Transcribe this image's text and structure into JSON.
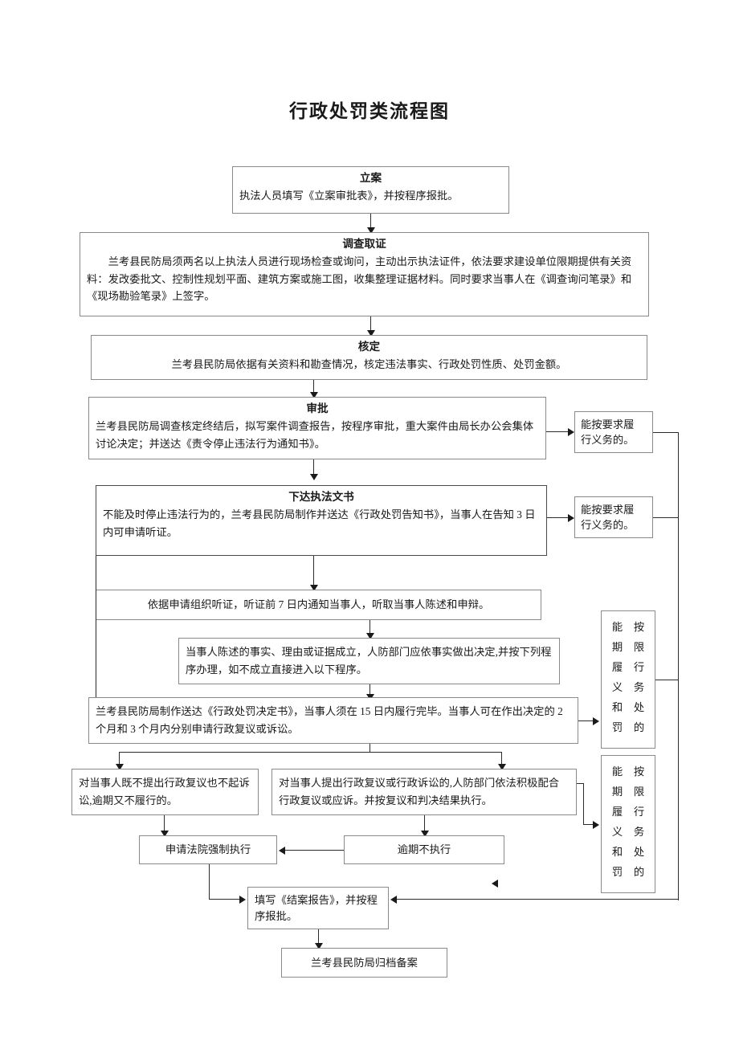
{
  "document": {
    "title": "行政处罚类流程图"
  },
  "nodes": {
    "filing": {
      "heading": "立案",
      "body": "执法人员填写《立案审批表》，并按程序报批。"
    },
    "investigation": {
      "heading": "调查取证",
      "body": "兰考县民防局须两名以上执法人员进行现场检查或询问，主动出示执法证件，依法要求建设单位限期提供有关资料：发改委批文、控制性规划平面、建筑方案或施工图，收集整理证据材料。同时要求当事人在《调查询问笔录》和《现场勘验笔录》上签字。"
    },
    "verification": {
      "heading": "核定",
      "body": "兰考县民防局依据有关资料和勘查情况，核定违法事实、行政处罚性质、处罚金额。"
    },
    "approval": {
      "heading": "审批",
      "body": "兰考县民防局调查核定终结后，拟写案件调查报告，按程序审批，重大案件由局长办公会集体讨论决定；并送达《责令停止违法行为通知书》。"
    },
    "issue_document": {
      "heading": "下达执法文书",
      "body": "不能及时停止违法行为的，兰考县民防局制作并送达《行政处罚告知书》，当事人在告知 3 日内可申请听证。"
    },
    "hearing": {
      "body": "依据申请组织听证，听证前 7 日内通知当事人，听取当事人陈述和申辩。"
    },
    "statement_review": {
      "body": "当事人陈述的事实、理由或证据成立，人防部门应依事实做出决定,并按下列程序办理，如不成立直接进入以下程序。"
    },
    "penalty_decision": {
      "body": "兰考县民防局制作送达《行政处罚决定书》，当事人须在 15 日内履行完毕。当事人可在作出决定的 2 个月和 3 个月内分别申请行政复议或诉讼。"
    },
    "no_review_no_suit": {
      "body": "对当事人既不提出行政复议也不起诉讼,逾期又不履行的。"
    },
    "review_or_suit": {
      "body": "对当事人提出行政复议或行政诉讼的,人防部门依法积极配合行政复议或应诉。并按复议和判决结果执行。"
    },
    "court_enforcement": {
      "body": "申请法院强制执行"
    },
    "overdue_nonperformance": {
      "body": "逾期不执行"
    },
    "closing_report": {
      "body": "填写《结案报告》，并按程序报批。"
    },
    "archive": {
      "body": "兰考县民防局归档备案"
    }
  },
  "side_nodes": {
    "duty_fulfilled_1": {
      "line1": "能按要求履",
      "line2": "行义务的。"
    },
    "duty_fulfilled_2": {
      "line1": "能按要求履",
      "line2": "行义务的。"
    },
    "deadline_fulfilled_1": {
      "col_left": [
        "能",
        "期",
        "履",
        "义",
        "和",
        "罚"
      ],
      "col_right": [
        "按",
        "限",
        "行",
        "务",
        "处",
        "的"
      ]
    },
    "deadline_fulfilled_2": {
      "col_left": [
        "能",
        "期",
        "履",
        "义",
        "和",
        "罚"
      ],
      "col_right": [
        "按",
        "限",
        "行",
        "务",
        "处",
        "的"
      ]
    }
  },
  "colors": {
    "box_border": "#8a8a8a",
    "box_border_heavy": "#4a4a4a",
    "connector": "#2b2b2b",
    "text": "#1a1a1a",
    "background": "#ffffff"
  }
}
